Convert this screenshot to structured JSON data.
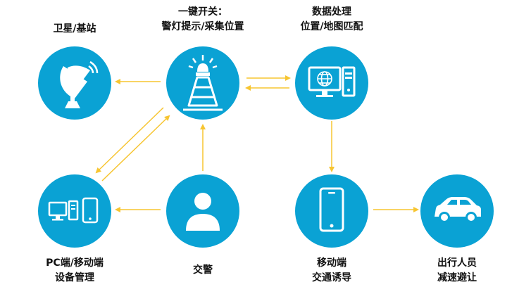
{
  "colors": {
    "node": "#0aa2d4",
    "arrow": "#f7c531",
    "icon": "#ffffff",
    "text": "#111111"
  },
  "nodes": {
    "satellite": {
      "lines": [
        "卫星/基站"
      ],
      "icon": "satellite-dish-icon"
    },
    "beacon": {
      "lines": [
        "一键开关：",
        "警灯提示/采集位置"
      ],
      "icon": "warning-light-cone-icon"
    },
    "data": {
      "lines": [
        "数据处理",
        "位置/地图匹配"
      ],
      "icon": "computer-globe-icon"
    },
    "pc": {
      "lines": [
        "PC端/移动端",
        "设备管理"
      ],
      "icon": "devices-icon"
    },
    "police": {
      "lines": [
        "交警"
      ],
      "icon": "person-icon"
    },
    "mobile": {
      "lines": [
        "移动端",
        "交通诱导"
      ],
      "icon": "smartphone-icon"
    },
    "car": {
      "lines": [
        "出行人员",
        "减速避让"
      ],
      "icon": "car-icon"
    }
  }
}
